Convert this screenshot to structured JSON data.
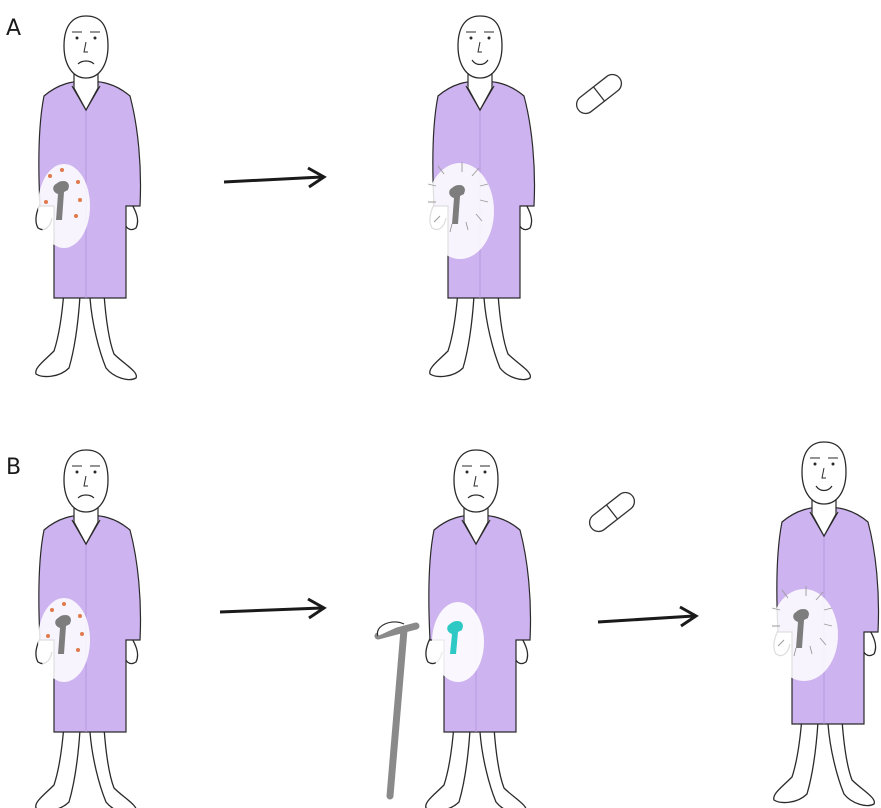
{
  "panels": [
    {
      "label": "A"
    },
    {
      "label": "B"
    }
  ],
  "colors": {
    "gown": "#cdb3ef",
    "implant": "#7d7d7d",
    "healthy_implant": "#2ec9c4",
    "pain_dot": "#e07a4a",
    "cane": "#8a8a8a",
    "outline": "#2a2a2a"
  },
  "icons": [
    "patient-figure",
    "arrow-right-icon",
    "capsule-icon",
    "hip-implant-icon",
    "cane-icon"
  ]
}
